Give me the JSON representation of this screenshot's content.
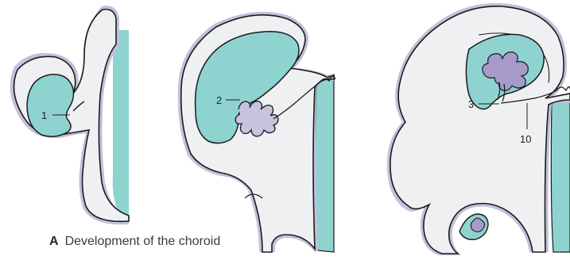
{
  "figure": {
    "callouts": [
      {
        "label": "1"
      },
      {
        "label": "2"
      },
      {
        "label": "3"
      },
      {
        "label": "10"
      }
    ],
    "caption": {
      "letter": "A",
      "text": "Development of the choroid"
    },
    "colors": {
      "ventricle": "#8fd3d1",
      "tissue": "#eef0f2",
      "rim": "#b9b7d3",
      "outline": "#1b1b1b",
      "plexus": "#a69ac8"
    }
  }
}
